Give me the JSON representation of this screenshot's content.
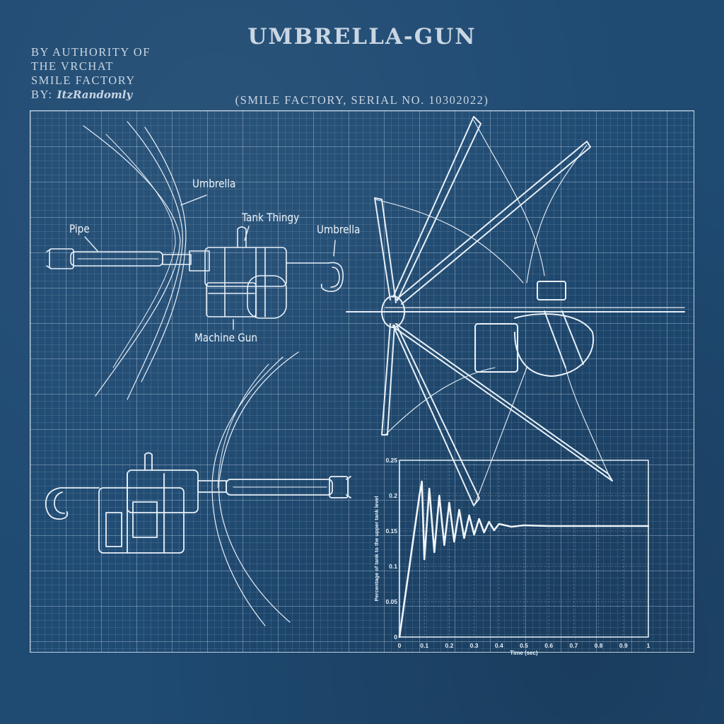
{
  "header": {
    "title": "UMBRELLA-GUN",
    "authority_lines": [
      "BY AUTHORITY OF",
      "THE VRCHAT",
      "SMILE FACTORY"
    ],
    "by_label": "BY:",
    "signature": "ItzRandomly",
    "subtitle": "(SMILE FACTORY, SERIAL NO. 10302022)"
  },
  "labels": {
    "umbrella_top": "Umbrella",
    "pipe": "Pipe",
    "tank": "Tank Thingy",
    "umbrella_handle": "Umbrella",
    "machine_gun": "Machine Gun"
  },
  "colors": {
    "background": "#1f4a72",
    "line": "#e8f0f8"
  },
  "chart_data": {
    "type": "line",
    "title": "",
    "xlabel": "Time (sec)",
    "ylabel": "Percentage of tank to the upper tank level",
    "xlim": [
      0,
      1
    ],
    "ylim": [
      0,
      0.25
    ],
    "x_ticks": [
      "0",
      "0.1",
      "0.2",
      "0.3",
      "0.4",
      "0.5",
      "0.6",
      "0.7",
      "0.8",
      "0.9",
      "1"
    ],
    "y_ticks": [
      "0",
      "0.05",
      "0.1",
      "0.15",
      "0.2",
      "0.25"
    ],
    "grid": true,
    "series": [
      {
        "x": [
          0,
          0.02,
          0.04,
          0.06,
          0.08,
          0.09,
          0.1,
          0.12,
          0.14,
          0.16,
          0.18,
          0.2,
          0.22,
          0.24,
          0.26,
          0.28,
          0.3,
          0.32,
          0.34,
          0.36,
          0.38,
          0.4,
          0.45,
          0.5,
          0.6,
          0.7,
          0.8,
          0.9,
          1.0
        ],
        "y": [
          0,
          0.05,
          0.1,
          0.15,
          0.2,
          0.22,
          0.11,
          0.21,
          0.12,
          0.2,
          0.13,
          0.19,
          0.135,
          0.18,
          0.14,
          0.172,
          0.145,
          0.167,
          0.148,
          0.163,
          0.151,
          0.16,
          0.156,
          0.158,
          0.157,
          0.157,
          0.157,
          0.157,
          0.157
        ]
      }
    ]
  }
}
